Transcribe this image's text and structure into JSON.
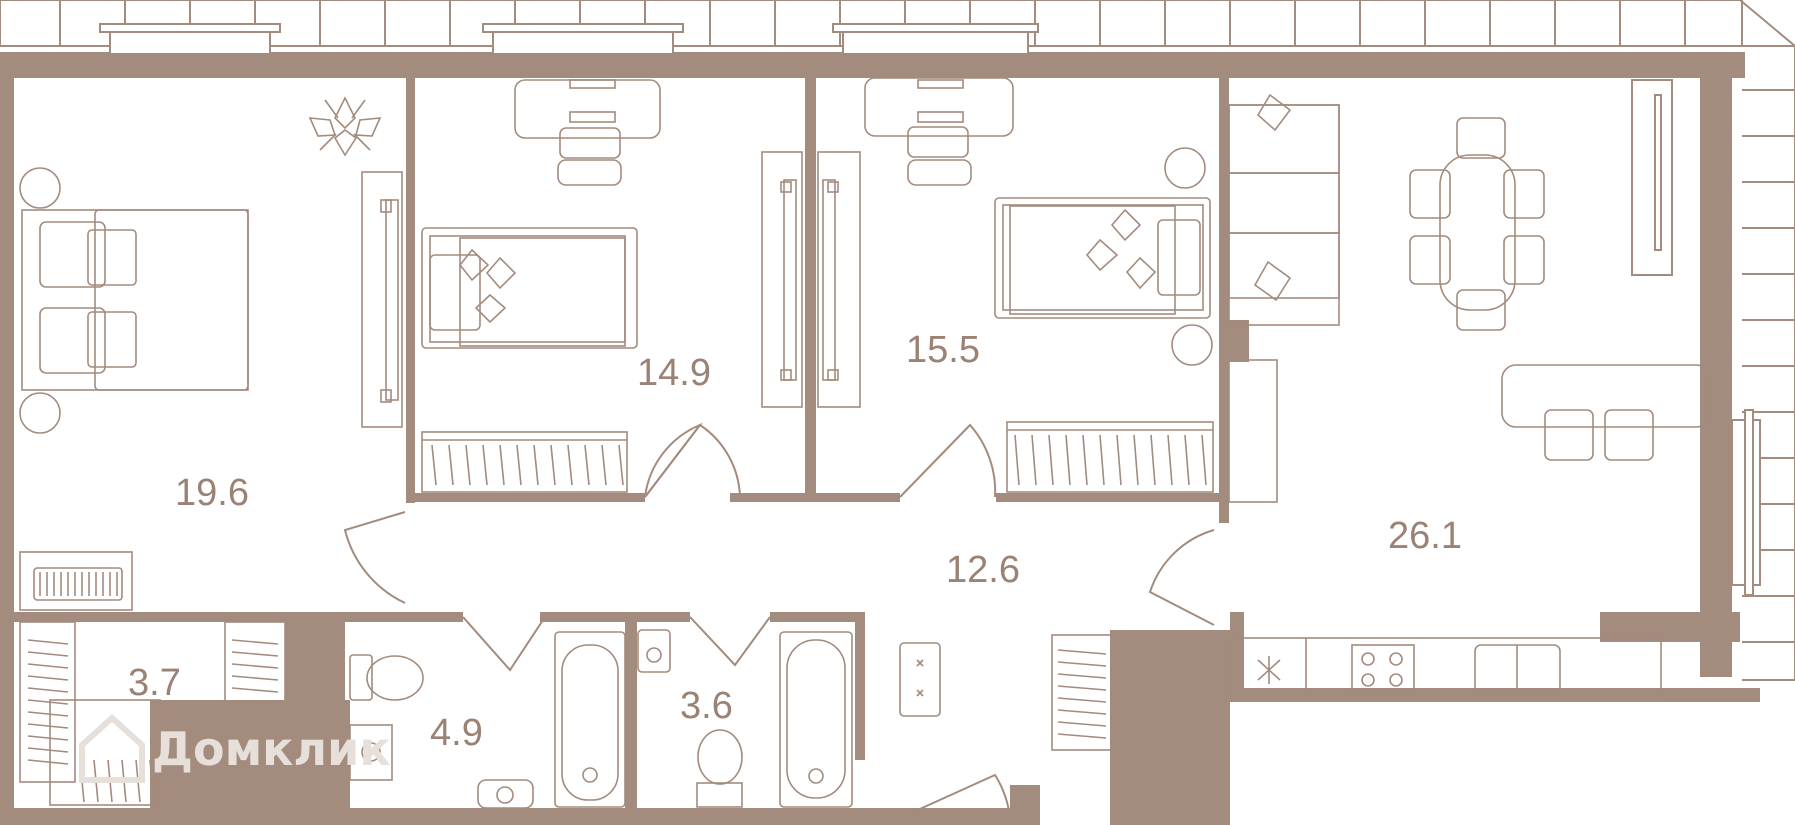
{
  "colors": {
    "wall": "#a38b7d",
    "line": "#a38b7d",
    "text": "#9a8274",
    "watermark": "#e7dfd9",
    "background": "#ffffff"
  },
  "rooms": [
    {
      "id": "bedroom-1",
      "area": "19.6"
    },
    {
      "id": "bedroom-2",
      "area": "14.9"
    },
    {
      "id": "bedroom-3",
      "area": "15.5"
    },
    {
      "id": "hallway",
      "area": "12.6"
    },
    {
      "id": "living-kitchen",
      "area": "26.1"
    },
    {
      "id": "wardrobe",
      "area": "3.7"
    },
    {
      "id": "bathroom-1",
      "area": "4.9"
    },
    {
      "id": "bathroom-2",
      "area": "3.6"
    }
  ],
  "watermark": {
    "text": "Домклик",
    "icon": "house-icon"
  }
}
